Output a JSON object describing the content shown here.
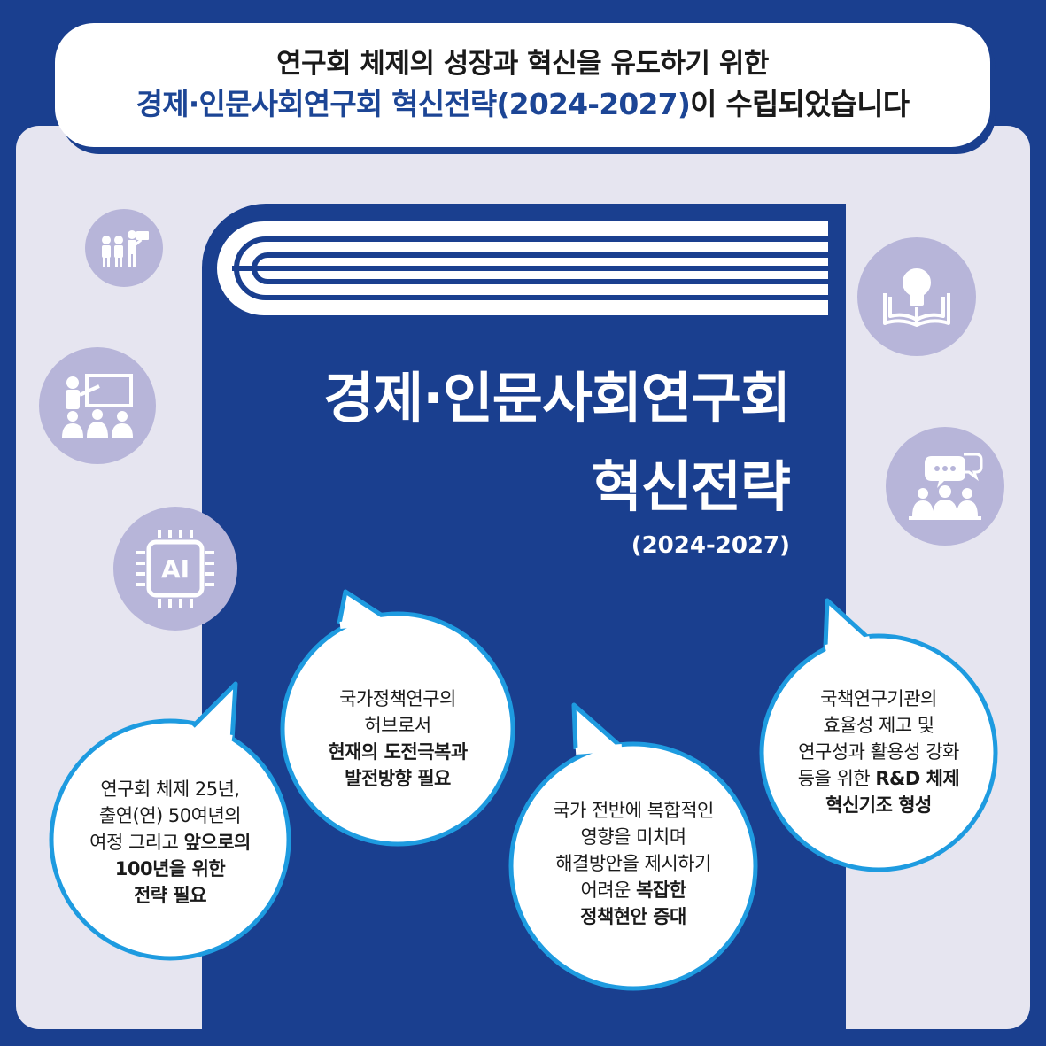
{
  "header": {
    "line1": "연구회 체제의 성장과 혁신을 유도하기 위한",
    "line2_highlight": "경제·인문사회연구회 혁신전략(2024-2027)",
    "line2_rest": "이 수립되었습니다"
  },
  "book": {
    "title_line1": "경제·인문사회연구회",
    "title_line2": "혁신전략",
    "period": "(2024-2027)"
  },
  "icons": {
    "icon1": "team-presentation-icon",
    "icon2": "classroom-lecture-icon",
    "icon3_label": "AI",
    "icon4": "lightbulb-book-icon",
    "icon5": "discussion-group-icon"
  },
  "bubbles": {
    "b1": {
      "l1": "연구회 체제 25년,",
      "l2": "출연(연) 50여년의",
      "l3_normal": "여정 그리고 ",
      "l3_bold": "앞으로의",
      "l4": "100년을 위한",
      "l5": "전략 필요"
    },
    "b2": {
      "l1": "국가정책연구의",
      "l2": "허브로서",
      "l3": "현재의 도전극복과",
      "l4": "발전방향 필요"
    },
    "b3": {
      "l1": "국가 전반에 복합적인",
      "l2": "영향을 미치며",
      "l3": "해결방안을 제시하기",
      "l4_normal": "어려운 ",
      "l4_bold": "복잡한",
      "l5": "정책현안 증대"
    },
    "b4": {
      "l1": "국책연구기관의",
      "l2": "효율성 제고 및",
      "l3": "연구성과 활용성 강화",
      "l4_normal": "등을 위한 ",
      "l4_bold": "R&D 체제",
      "l5": "혁신기조 형성"
    }
  },
  "colors": {
    "navy": "#1a3f8f",
    "panel": "#e6e5f0",
    "icon_bg": "#b7b5d9",
    "bubble_border": "#1e9be0"
  }
}
